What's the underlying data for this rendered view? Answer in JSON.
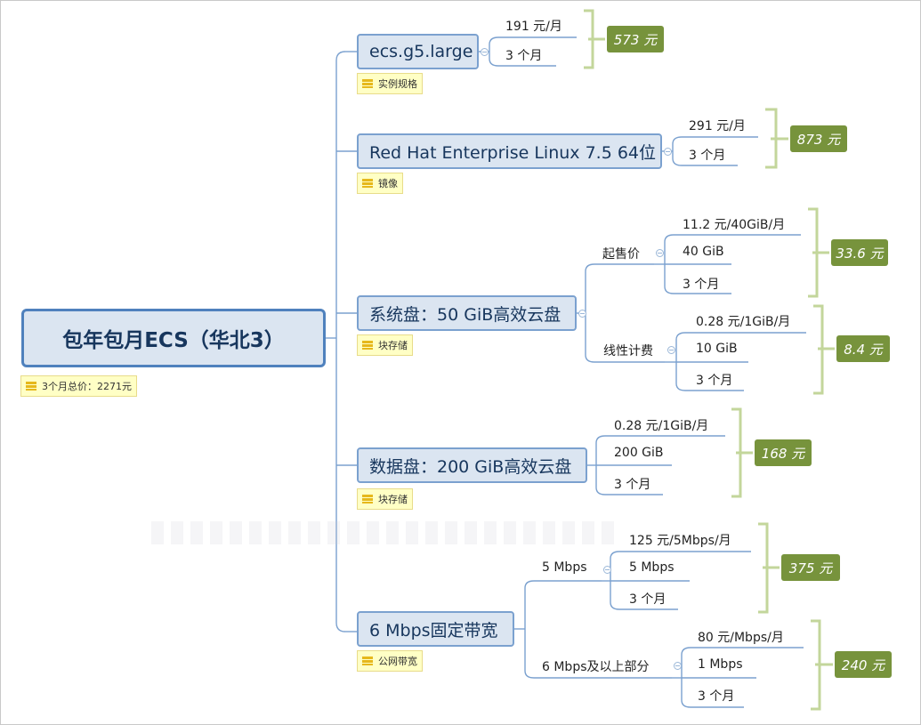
{
  "root": {
    "title": "包年包月ECS（华北3）",
    "note": "3个月总价：2271元"
  },
  "branches": {
    "instance": {
      "title": "ecs.g5.large",
      "note": "实例规格",
      "items": [
        "191 元/月",
        "3 个月"
      ],
      "total": "573 元"
    },
    "image": {
      "title": "Red Hat Enterprise Linux 7.5 64位",
      "note": "镜像",
      "items": [
        "291 元/月",
        "3 个月"
      ],
      "total": "873 元"
    },
    "sysdisk": {
      "title": "系统盘：50 GiB高效云盘",
      "note": "块存储",
      "groups": [
        {
          "label": "起售价",
          "items": [
            "11.2 元/40GiB/月",
            "40 GiB",
            "3 个月"
          ],
          "total": "33.6 元"
        },
        {
          "label": "线性计费",
          "items": [
            "0.28 元/1GiB/月",
            "10 GiB",
            "3 个月"
          ],
          "total": "8.4 元"
        }
      ]
    },
    "datadisk": {
      "title": "数据盘：200 GiB高效云盘",
      "note": "块存储",
      "items": [
        "0.28 元/1GiB/月",
        "200 GiB",
        "3 个月"
      ],
      "total": "168 元"
    },
    "bandwidth": {
      "title": "6 Mbps固定带宽",
      "note": "公网带宽",
      "groups": [
        {
          "label": "5 Mbps",
          "items": [
            "125 元/5Mbps/月",
            "5 Mbps",
            "3 个月"
          ],
          "total": "375 元"
        },
        {
          "label": "6 Mbps及以上部分",
          "items": [
            "80 元/Mbps/月",
            "1 Mbps",
            "3 个月"
          ],
          "total": "240 元"
        }
      ]
    }
  },
  "colors": {
    "line": "#7ba1cf",
    "node_fill": "#dbe5f1",
    "total_fill": "#77933c",
    "bracket": "#c3d69b",
    "note_fill": "#ffffc5"
  }
}
